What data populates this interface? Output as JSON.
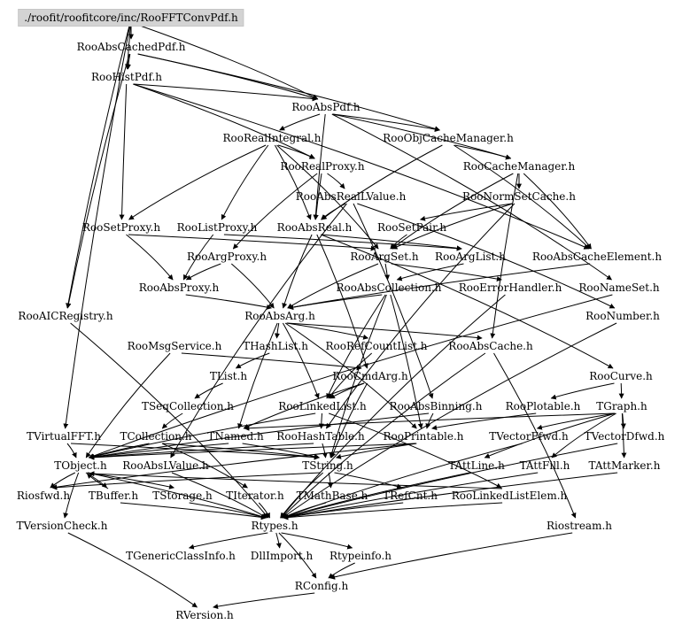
{
  "diagram": {
    "colors": {
      "background": "#ffffff",
      "edge": "#000000",
      "root_fill": "#d3d3d3",
      "text": "#000000"
    },
    "nodes": [
      {
        "id": "root",
        "label": "./roofit/roofitcore/inc/RooFFTConvPdf.h"
      },
      {
        "id": "RooAbsCachedPdf",
        "label": "RooAbsCachedPdf.h"
      },
      {
        "id": "RooHistPdf",
        "label": "RooHistPdf.h"
      },
      {
        "id": "RooAbsPdf",
        "label": "RooAbsPdf.h"
      },
      {
        "id": "RooRealIntegral",
        "label": "RooRealIntegral.h"
      },
      {
        "id": "RooObjCacheManager",
        "label": "RooObjCacheManager.h"
      },
      {
        "id": "RooRealProxy",
        "label": "RooRealProxy.h"
      },
      {
        "id": "RooCacheManager",
        "label": "RooCacheManager.h"
      },
      {
        "id": "RooAbsRealLValue",
        "label": "RooAbsRealLValue.h"
      },
      {
        "id": "RooNormSetCache",
        "label": "RooNormSetCache.h"
      },
      {
        "id": "RooSetProxy",
        "label": "RooSetProxy.h"
      },
      {
        "id": "RooListProxy",
        "label": "RooListProxy.h"
      },
      {
        "id": "RooAbsReal",
        "label": "RooAbsReal.h"
      },
      {
        "id": "RooSetPair",
        "label": "RooSetPair.h"
      },
      {
        "id": "RooArgProxy",
        "label": "RooArgProxy.h"
      },
      {
        "id": "RooArgSet",
        "label": "RooArgSet.h"
      },
      {
        "id": "RooArgList",
        "label": "RooArgList.h"
      },
      {
        "id": "RooAbsCacheElement",
        "label": "RooAbsCacheElement.h"
      },
      {
        "id": "RooAbsProxy",
        "label": "RooAbsProxy.h"
      },
      {
        "id": "RooAbsCollection",
        "label": "RooAbsCollection.h"
      },
      {
        "id": "RooErrorHandler",
        "label": "RooErrorHandler.h"
      },
      {
        "id": "RooNameSet",
        "label": "RooNameSet.h"
      },
      {
        "id": "RooAICRegistry",
        "label": "RooAICRegistry.h"
      },
      {
        "id": "RooAbsArg",
        "label": "RooAbsArg.h"
      },
      {
        "id": "RooNumber",
        "label": "RooNumber.h"
      },
      {
        "id": "RooMsgService",
        "label": "RooMsgService.h"
      },
      {
        "id": "THashList",
        "label": "THashList.h"
      },
      {
        "id": "RooRefCountList",
        "label": "RooRefCountList.h"
      },
      {
        "id": "RooAbsCache",
        "label": "RooAbsCache.h"
      },
      {
        "id": "TList",
        "label": "TList.h"
      },
      {
        "id": "RooCmdArg",
        "label": "RooCmdArg.h"
      },
      {
        "id": "RooCurve",
        "label": "RooCurve.h"
      },
      {
        "id": "TSeqCollection",
        "label": "TSeqCollection.h"
      },
      {
        "id": "RooLinkedList",
        "label": "RooLinkedList.h"
      },
      {
        "id": "RooAbsBinning",
        "label": "RooAbsBinning.h"
      },
      {
        "id": "RooPlotable",
        "label": "RooPlotable.h"
      },
      {
        "id": "TGraph",
        "label": "TGraph.h"
      },
      {
        "id": "TVirtualFFT",
        "label": "TVirtualFFT.h"
      },
      {
        "id": "TCollection",
        "label": "TCollection.h"
      },
      {
        "id": "TNamed",
        "label": "TNamed.h"
      },
      {
        "id": "RooHashTable",
        "label": "RooHashTable.h"
      },
      {
        "id": "RooPrintable",
        "label": "RooPrintable.h"
      },
      {
        "id": "TVectorFfwd",
        "label": "TVectorFfwd.h"
      },
      {
        "id": "TVectorDfwd",
        "label": "TVectorDfwd.h"
      },
      {
        "id": "TObject",
        "label": "TObject.h"
      },
      {
        "id": "RooAbsLValue",
        "label": "RooAbsLValue.h"
      },
      {
        "id": "TString",
        "label": "TString.h"
      },
      {
        "id": "TAttLine",
        "label": "TAttLine.h"
      },
      {
        "id": "TAttFill",
        "label": "TAttFill.h"
      },
      {
        "id": "TAttMarker",
        "label": "TAttMarker.h"
      },
      {
        "id": "Riosfwd",
        "label": "Riosfwd.h"
      },
      {
        "id": "TBuffer",
        "label": "TBuffer.h"
      },
      {
        "id": "TStorage",
        "label": "TStorage.h"
      },
      {
        "id": "TIterator",
        "label": "TIterator.h"
      },
      {
        "id": "TMathBase",
        "label": "TMathBase.h"
      },
      {
        "id": "TRefCnt",
        "label": "TRefCnt.h"
      },
      {
        "id": "RooLinkedListElem",
        "label": "RooLinkedListElem.h"
      },
      {
        "id": "TVersionCheck",
        "label": "TVersionCheck.h"
      },
      {
        "id": "Rtypes",
        "label": "Rtypes.h"
      },
      {
        "id": "Riostream",
        "label": "Riostream.h"
      },
      {
        "id": "TGenericClassInfo",
        "label": "TGenericClassInfo.h"
      },
      {
        "id": "DllImport",
        "label": "DllImport.h"
      },
      {
        "id": "Rtypeinfo",
        "label": "Rtypeinfo.h"
      },
      {
        "id": "RConfig",
        "label": "RConfig.h"
      },
      {
        "id": "RVersion",
        "label": "RVersion.h"
      }
    ],
    "edges": [
      [
        "root",
        "RooAbsCachedPdf"
      ],
      [
        "root",
        "RooHistPdf"
      ],
      [
        "root",
        "RooAbsPdf"
      ],
      [
        "root",
        "RooAICRegistry"
      ],
      [
        "root",
        "TVirtualFFT"
      ],
      [
        "RooAbsCachedPdf",
        "RooHistPdf"
      ],
      [
        "RooAbsCachedPdf",
        "RooAbsPdf"
      ],
      [
        "RooAbsCachedPdf",
        "RooObjCacheManager"
      ],
      [
        "RooAbsCachedPdf",
        "RooAICRegistry"
      ],
      [
        "RooHistPdf",
        "RooAbsPdf"
      ],
      [
        "RooHistPdf",
        "RooRealProxy"
      ],
      [
        "RooHistPdf",
        "RooSetProxy"
      ],
      [
        "RooHistPdf",
        "RooAbsCacheElement"
      ],
      [
        "RooAbsPdf",
        "RooAbsReal"
      ],
      [
        "RooAbsPdf",
        "RooRealIntegral"
      ],
      [
        "RooAbsPdf",
        "RooObjCacheManager"
      ],
      [
        "RooAbsPdf",
        "RooNameSet"
      ],
      [
        "RooAbsPdf",
        "RooCacheManager"
      ],
      [
        "RooRealIntegral",
        "RooAbsReal"
      ],
      [
        "RooRealIntegral",
        "RooArgSet"
      ],
      [
        "RooRealIntegral",
        "RooSetProxy"
      ],
      [
        "RooRealIntegral",
        "RooListProxy"
      ],
      [
        "RooRealIntegral",
        "RooRealProxy"
      ],
      [
        "RooObjCacheManager",
        "RooCacheManager"
      ],
      [
        "RooObjCacheManager",
        "RooAbsCacheElement"
      ],
      [
        "RooObjCacheManager",
        "RooAbsReal"
      ],
      [
        "RooRealProxy",
        "RooAbsRealLValue"
      ],
      [
        "RooRealProxy",
        "RooArgProxy"
      ],
      [
        "RooRealProxy",
        "RooAbsReal"
      ],
      [
        "RooCacheManager",
        "RooNormSetCache"
      ],
      [
        "RooCacheManager",
        "RooAbsCache"
      ],
      [
        "RooCacheManager",
        "RooArgSet"
      ],
      [
        "RooCacheManager",
        "RooAbsCacheElement"
      ],
      [
        "RooAbsRealLValue",
        "RooAbsReal"
      ],
      [
        "RooAbsRealLValue",
        "RooNumber"
      ],
      [
        "RooAbsRealLValue",
        "RooAbsLValue"
      ],
      [
        "RooAbsRealLValue",
        "RooAbsBinning"
      ],
      [
        "RooNormSetCache",
        "RooSetPair"
      ],
      [
        "RooNormSetCache",
        "RooHashTable"
      ],
      [
        "RooNormSetCache",
        "RooArgSet"
      ],
      [
        "RooSetProxy",
        "RooAbsProxy"
      ],
      [
        "RooSetProxy",
        "RooArgSet"
      ],
      [
        "RooListProxy",
        "RooArgList"
      ],
      [
        "RooListProxy",
        "RooAbsProxy"
      ],
      [
        "RooAbsReal",
        "RooAbsArg"
      ],
      [
        "RooAbsReal",
        "RooCmdArg"
      ],
      [
        "RooAbsReal",
        "RooCurve"
      ],
      [
        "RooAbsReal",
        "RooArgList"
      ],
      [
        "RooAbsReal",
        "RooGlobalFunc"
      ],
      [
        "RooSetPair",
        "RooArgSet"
      ],
      [
        "RooArgProxy",
        "RooAbsProxy"
      ],
      [
        "RooArgProxy",
        "RooAbsArg"
      ],
      [
        "RooArgSet",
        "RooAbsCollection"
      ],
      [
        "RooArgSet",
        "RooErrorHandler"
      ],
      [
        "RooArgSet",
        "RooAbsArg"
      ],
      [
        "RooArgList",
        "RooAbsCollection"
      ],
      [
        "RooAbsCacheElement",
        "RooAbsArg"
      ],
      [
        "RooAbsProxy",
        "RooAbsArg"
      ],
      [
        "RooAbsCollection",
        "TString"
      ],
      [
        "RooAbsCollection",
        "RooAbsArg"
      ],
      [
        "RooAbsCollection",
        "RooLinkedList"
      ],
      [
        "RooAbsCollection",
        "RooPrintable"
      ],
      [
        "RooAbsArg",
        "THashList"
      ],
      [
        "RooAbsArg",
        "RooRefCountList"
      ],
      [
        "RooAbsArg",
        "RooAbsCache"
      ],
      [
        "RooAbsArg",
        "TNamed"
      ],
      [
        "RooAbsArg",
        "RooPrintable"
      ],
      [
        "RooAbsArg",
        "RooLinkedList"
      ],
      [
        "RooAICRegistry",
        "Rtypes"
      ],
      [
        "RooMsgService",
        "TObject"
      ],
      [
        "RooMsgService",
        "RooCmdArg"
      ],
      [
        "THashList",
        "TList"
      ],
      [
        "RooRefCountList",
        "RooLinkedList"
      ],
      [
        "TList",
        "TSeqCollection"
      ],
      [
        "RooCmdArg",
        "TNamed"
      ],
      [
        "RooCmdArg",
        "TString"
      ],
      [
        "RooCmdArg",
        "RooLinkedList"
      ],
      [
        "RooCurve",
        "TGraph"
      ],
      [
        "RooCurve",
        "RooPlotable"
      ],
      [
        "TSeqCollection",
        "TCollection"
      ],
      [
        "RooLinkedList",
        "TObject"
      ],
      [
        "RooLinkedList",
        "RooHashTable"
      ],
      [
        "RooLinkedList",
        "RooLinkedListElem"
      ],
      [
        "RooAbsBinning",
        "TObject"
      ],
      [
        "RooAbsBinning",
        "RooPrintable"
      ],
      [
        "RooPlotable",
        "RooPrintable"
      ],
      [
        "TGraph",
        "TNamed"
      ],
      [
        "TGraph",
        "TAttLine"
      ],
      [
        "TGraph",
        "TAttFill"
      ],
      [
        "TGraph",
        "TAttMarker"
      ],
      [
        "TGraph",
        "TVectorFfwd"
      ],
      [
        "TGraph",
        "TVectorDfwd"
      ],
      [
        "TVirtualFFT",
        "TObject"
      ],
      [
        "TVirtualFFT",
        "TString"
      ],
      [
        "TCollection",
        "TObject"
      ],
      [
        "TCollection",
        "TIterator"
      ],
      [
        "TCollection",
        "TString"
      ],
      [
        "TNamed",
        "TObject"
      ],
      [
        "TNamed",
        "TString"
      ],
      [
        "RooHashTable",
        "TObject"
      ],
      [
        "RooHashTable",
        "TString"
      ],
      [
        "RooPrintable",
        "TObject"
      ],
      [
        "RooPrintable",
        "TString"
      ],
      [
        "RooPrintable",
        "Riosfwd"
      ],
      [
        "TVectorFfwd",
        "Rtypes"
      ],
      [
        "TVectorDfwd",
        "Rtypes"
      ],
      [
        "TObject",
        "Riosfwd"
      ],
      [
        "TObject",
        "Rtypes"
      ],
      [
        "TObject",
        "TStorage"
      ],
      [
        "TObject",
        "TVersionCheck"
      ],
      [
        "TObject",
        "TBuffer"
      ],
      [
        "RooAbsLValue",
        "Rtypes"
      ],
      [
        "TString",
        "TRefCnt"
      ],
      [
        "TString",
        "TMathBase"
      ],
      [
        "TString",
        "Rtypes"
      ],
      [
        "TString",
        "Riosfwd"
      ],
      [
        "TAttLine",
        "Rtypes"
      ],
      [
        "TAttFill",
        "Rtypes"
      ],
      [
        "TAttMarker",
        "Rtypes"
      ],
      [
        "TBuffer",
        "TObject"
      ],
      [
        "TBuffer",
        "Rtypes"
      ],
      [
        "TStorage",
        "Rtypes"
      ],
      [
        "TIterator",
        "Rtypes"
      ],
      [
        "TMathBase",
        "Rtypes"
      ],
      [
        "TRefCnt",
        "Rtypes"
      ],
      [
        "RooLinkedListElem",
        "TObject"
      ],
      [
        "RooLinkedListElem",
        "Rtypes"
      ],
      [
        "TVersionCheck",
        "RVersion"
      ],
      [
        "Rtypes",
        "RConfig"
      ],
      [
        "Rtypes",
        "TGenericClassInfo"
      ],
      [
        "Rtypes",
        "DllImport"
      ],
      [
        "Rtypes",
        "Rtypeinfo"
      ],
      [
        "Rtypeinfo",
        "RConfig"
      ],
      [
        "Riostream",
        "RConfig"
      ],
      [
        "RConfig",
        "RVersion"
      ],
      [
        "RooNumber",
        "Rtypes"
      ],
      [
        "RooErrorHandler",
        "Rtypes"
      ],
      [
        "RooNameSet",
        "TObject"
      ],
      [
        "RooAbsCache",
        "Rtypes"
      ],
      [
        "RooAbsCache",
        "Riostream"
      ]
    ]
  }
}
